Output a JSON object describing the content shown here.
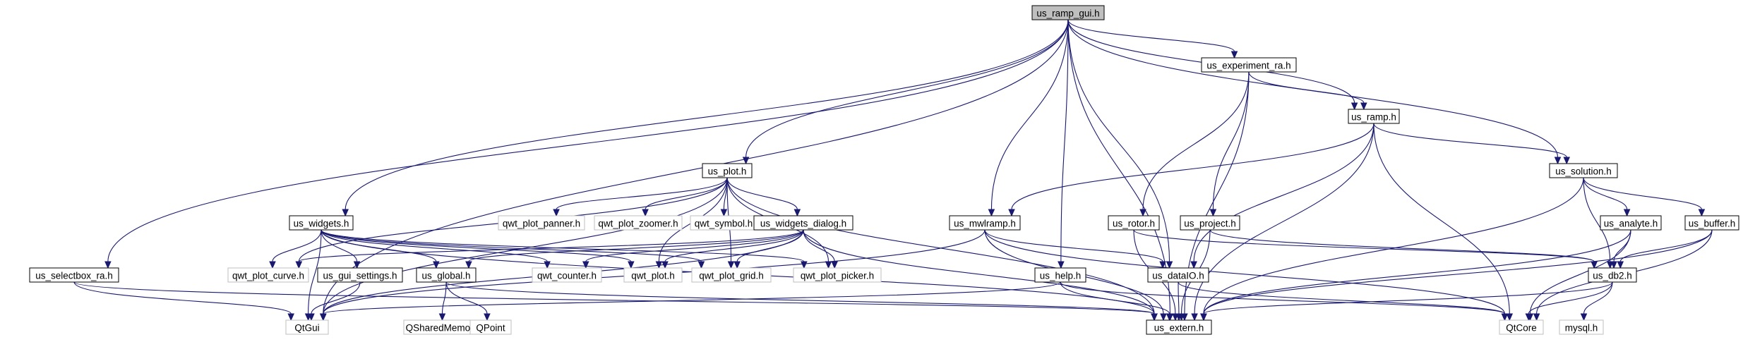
{
  "colors": {
    "edge": "#191970",
    "node_border": "#000000",
    "external_border": "#bfbfbf",
    "root_fill": "#bfbfbf",
    "node_fill": "#ffffff",
    "text": "#000000"
  },
  "nodes": [
    {
      "id": "us_ramp_gui",
      "label": "us_ramp_gui.h",
      "kind": "root"
    },
    {
      "id": "us_experiment_ra",
      "label": "us_experiment_ra.h",
      "kind": "file"
    },
    {
      "id": "us_ramp",
      "label": "us_ramp.h",
      "kind": "file"
    },
    {
      "id": "us_solution",
      "label": "us_solution.h",
      "kind": "file"
    },
    {
      "id": "us_plot",
      "label": "us_plot.h",
      "kind": "file"
    },
    {
      "id": "us_widgets",
      "label": "us_widgets.h",
      "kind": "file"
    },
    {
      "id": "qwt_plot_panner",
      "label": "qwt_plot_panner.h",
      "kind": "external"
    },
    {
      "id": "qwt_plot_zoomer",
      "label": "qwt_plot_zoomer.h",
      "kind": "external"
    },
    {
      "id": "qwt_symbol",
      "label": "qwt_symbol.h",
      "kind": "external"
    },
    {
      "id": "us_widgets_dialog",
      "label": "us_widgets_dialog.h",
      "kind": "file"
    },
    {
      "id": "us_mwlramp",
      "label": "us_mwlramp.h",
      "kind": "file"
    },
    {
      "id": "us_rotor",
      "label": "us_rotor.h",
      "kind": "file"
    },
    {
      "id": "us_project",
      "label": "us_project.h",
      "kind": "file"
    },
    {
      "id": "us_analyte",
      "label": "us_analyte.h",
      "kind": "file"
    },
    {
      "id": "us_buffer",
      "label": "us_buffer.h",
      "kind": "file"
    },
    {
      "id": "us_selectbox_ra",
      "label": "us_selectbox_ra.h",
      "kind": "file"
    },
    {
      "id": "qwt_plot_curve",
      "label": "qwt_plot_curve.h",
      "kind": "external"
    },
    {
      "id": "us_gui_settings",
      "label": "us_gui_settings.h",
      "kind": "file"
    },
    {
      "id": "us_global",
      "label": "us_global.h",
      "kind": "file"
    },
    {
      "id": "qwt_counter",
      "label": "qwt_counter.h",
      "kind": "external"
    },
    {
      "id": "qwt_plot",
      "label": "qwt_plot.h",
      "kind": "external"
    },
    {
      "id": "qwt_plot_grid",
      "label": "qwt_plot_grid.h",
      "kind": "external"
    },
    {
      "id": "qwt_plot_picker",
      "label": "qwt_plot_picker.h",
      "kind": "external"
    },
    {
      "id": "us_help",
      "label": "us_help.h",
      "kind": "file"
    },
    {
      "id": "us_dataIO",
      "label": "us_dataIO.h",
      "kind": "file"
    },
    {
      "id": "us_db2",
      "label": "us_db2.h",
      "kind": "file"
    },
    {
      "id": "QtGui",
      "label": "QtGui",
      "kind": "external"
    },
    {
      "id": "QSharedMemory",
      "label": "QSharedMemory",
      "kind": "external"
    },
    {
      "id": "QPoint",
      "label": "QPoint",
      "kind": "external"
    },
    {
      "id": "us_extern",
      "label": "us_extern.h",
      "kind": "file"
    },
    {
      "id": "QtCore",
      "label": "QtCore",
      "kind": "external"
    },
    {
      "id": "mysql",
      "label": "mysql.h",
      "kind": "external"
    }
  ],
  "edges": [
    [
      "us_ramp_gui",
      "QtGui"
    ],
    [
      "us_ramp_gui",
      "us_selectbox_ra"
    ],
    [
      "us_ramp_gui",
      "us_widgets"
    ],
    [
      "us_ramp_gui",
      "us_plot"
    ],
    [
      "us_ramp_gui",
      "us_help"
    ],
    [
      "us_ramp_gui",
      "us_extern"
    ],
    [
      "us_ramp_gui",
      "us_dataIO"
    ],
    [
      "us_ramp_gui",
      "us_mwlramp"
    ],
    [
      "us_ramp_gui",
      "us_experiment_ra"
    ],
    [
      "us_ramp_gui",
      "us_ramp"
    ],
    [
      "us_ramp_gui",
      "us_solution"
    ],
    [
      "us_experiment_ra",
      "us_ramp"
    ],
    [
      "us_experiment_ra",
      "us_extern"
    ],
    [
      "us_experiment_ra",
      "us_rotor"
    ],
    [
      "us_experiment_ra",
      "us_project"
    ],
    [
      "us_ramp",
      "us_mwlramp"
    ],
    [
      "us_ramp",
      "us_dataIO"
    ],
    [
      "us_ramp",
      "us_extern"
    ],
    [
      "us_ramp",
      "QtCore"
    ],
    [
      "us_ramp",
      "us_solution"
    ],
    [
      "us_solution",
      "us_extern"
    ],
    [
      "us_solution",
      "us_db2"
    ],
    [
      "us_solution",
      "us_analyte"
    ],
    [
      "us_solution",
      "us_buffer"
    ],
    [
      "us_plot",
      "QtGui"
    ],
    [
      "us_plot",
      "qwt_plot_curve"
    ],
    [
      "us_plot",
      "qwt_plot_panner"
    ],
    [
      "us_plot",
      "qwt_plot_zoomer"
    ],
    [
      "us_plot",
      "qwt_symbol"
    ],
    [
      "us_plot",
      "us_widgets_dialog"
    ],
    [
      "us_plot",
      "qwt_plot"
    ],
    [
      "us_plot",
      "qwt_plot_grid"
    ],
    [
      "us_plot",
      "qwt_plot_picker"
    ],
    [
      "us_plot",
      "us_extern"
    ],
    [
      "us_widgets",
      "QtGui"
    ],
    [
      "us_widgets",
      "qwt_plot_curve"
    ],
    [
      "us_widgets",
      "us_gui_settings"
    ],
    [
      "us_widgets",
      "us_global"
    ],
    [
      "us_widgets",
      "qwt_counter"
    ],
    [
      "us_widgets",
      "qwt_plot"
    ],
    [
      "us_widgets",
      "qwt_plot_grid"
    ],
    [
      "us_widgets",
      "qwt_plot_picker"
    ],
    [
      "us_widgets",
      "us_extern"
    ],
    [
      "us_widgets_dialog",
      "qwt_plot_curve"
    ],
    [
      "us_widgets_dialog",
      "us_global"
    ],
    [
      "us_widgets_dialog",
      "qwt_counter"
    ],
    [
      "us_widgets_dialog",
      "qwt_plot"
    ],
    [
      "us_widgets_dialog",
      "qwt_plot_grid"
    ],
    [
      "us_widgets_dialog",
      "qwt_plot_picker"
    ],
    [
      "us_widgets_dialog",
      "us_extern"
    ],
    [
      "us_widgets_dialog",
      "QtGui"
    ],
    [
      "us_mwlramp",
      "QtGui"
    ],
    [
      "us_mwlramp",
      "us_dataIO"
    ],
    [
      "us_mwlramp",
      "us_extern"
    ],
    [
      "us_mwlramp",
      "QtCore"
    ],
    [
      "us_rotor",
      "us_extern"
    ],
    [
      "us_rotor",
      "us_db2"
    ],
    [
      "us_project",
      "us_extern"
    ],
    [
      "us_project",
      "us_db2"
    ],
    [
      "us_analyte",
      "us_extern"
    ],
    [
      "us_analyte",
      "us_db2"
    ],
    [
      "us_analyte",
      "QtCore"
    ],
    [
      "us_buffer",
      "us_extern"
    ],
    [
      "us_buffer",
      "us_db2"
    ],
    [
      "us_buffer",
      "QtCore"
    ],
    [
      "us_selectbox_ra",
      "QtGui"
    ],
    [
      "us_selectbox_ra",
      "us_extern"
    ],
    [
      "us_gui_settings",
      "QtGui"
    ],
    [
      "us_global",
      "QSharedMemory"
    ],
    [
      "us_global",
      "QPoint"
    ],
    [
      "us_global",
      "us_extern"
    ],
    [
      "us_help",
      "QtGui"
    ],
    [
      "us_help",
      "us_extern"
    ],
    [
      "us_help",
      "QtCore"
    ],
    [
      "us_dataIO",
      "us_extern"
    ],
    [
      "us_dataIO",
      "QtCore"
    ],
    [
      "us_db2",
      "us_extern"
    ],
    [
      "us_db2",
      "QtCore"
    ],
    [
      "us_db2",
      "mysql"
    ]
  ]
}
